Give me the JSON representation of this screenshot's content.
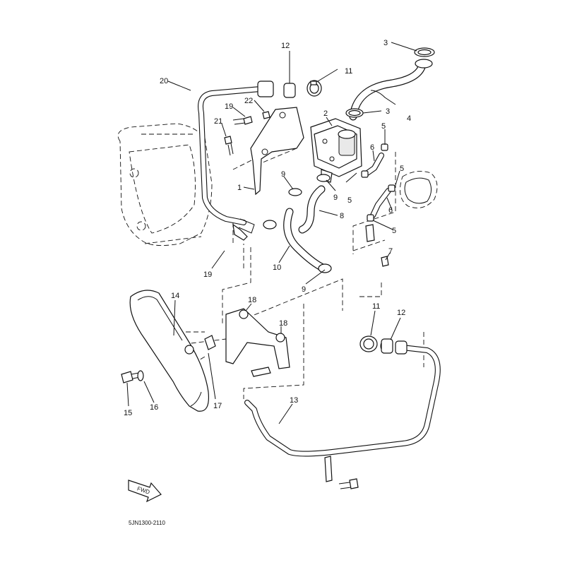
{
  "diagram": {
    "drawing_code": "5JN1300-2110",
    "fwd_label": "FWD",
    "callouts": {
      "c1": "1",
      "c2": "2",
      "c3a": "3",
      "c3b": "3",
      "c4": "4",
      "c5a": "5",
      "c5b": "5",
      "c5c": "5",
      "c5d": "5",
      "c6a": "6",
      "c6b": "6",
      "c7": "7",
      "c8": "8",
      "c9a": "9",
      "c9b": "9",
      "c9c": "9",
      "c10": "10",
      "c11a": "11",
      "c11b": "11",
      "c12a": "12",
      "c12b": "12",
      "c13": "13",
      "c14": "14",
      "c15": "15",
      "c16": "16",
      "c17": "17",
      "c18a": "18",
      "c18b": "18",
      "c19a": "19",
      "c19b": "19",
      "c20": "20",
      "c21": "21",
      "c22": "22"
    }
  }
}
